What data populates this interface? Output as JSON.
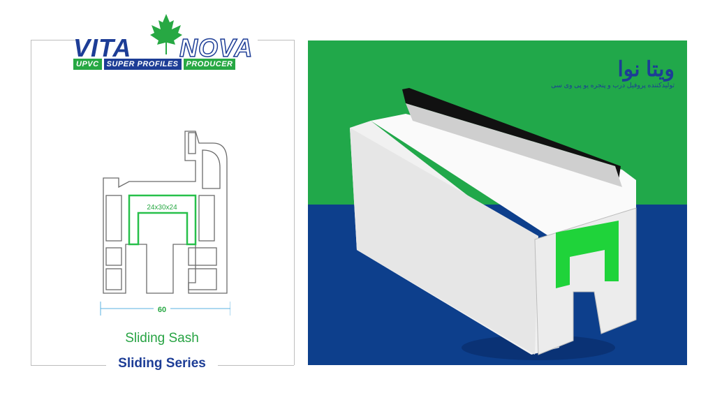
{
  "logo": {
    "word1": "VITA",
    "word2": "NOVA",
    "tag1": "UPVC",
    "tag2": "SUPER PROFILES",
    "tag3": "PRODUCER"
  },
  "diagram": {
    "chamber_label": "24x30x24",
    "width_dimension": "60"
  },
  "captions": {
    "product_name": "Sliding Sash",
    "series": "Sliding Series"
  },
  "render_logo": {
    "name_fa": "ویتا نوا",
    "tagline_fa": "تولیدکننده پروفیل درب و پنجره یو پی وی سی"
  },
  "colors": {
    "brand_blue": "#1d3d96",
    "brand_green": "#27a843",
    "bg_green": "#21a84a",
    "bg_blue": "#0d3f8c"
  }
}
